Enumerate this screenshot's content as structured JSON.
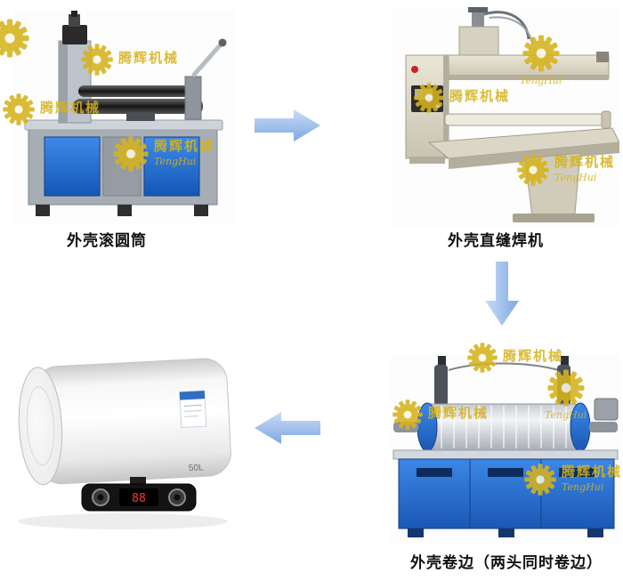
{
  "page": {
    "background": "#ffffff"
  },
  "colors": {
    "arrow_blue": "#9bbcec",
    "watermark_gold": "#d6b31c",
    "machine_blue": "#1e6fd6",
    "welder_beige": "#ddd8c6"
  },
  "watermark": {
    "text": "腾辉机械",
    "script": "TengHui"
  },
  "steps": [
    {
      "id": "rolling-machine",
      "label": "外壳滚圆筒"
    },
    {
      "id": "seam-welder",
      "label": "外壳直缝焊机"
    },
    {
      "id": "crimping-machine",
      "label": "外壳卷边（两头同时卷边）"
    }
  ],
  "product": {
    "capacity": "50L",
    "display": "88"
  }
}
